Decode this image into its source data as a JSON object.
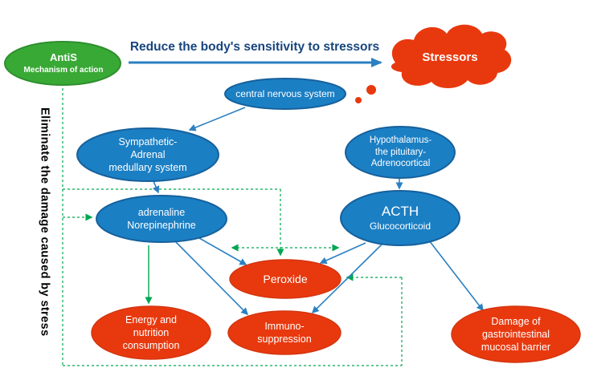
{
  "header": {
    "arrow_caption": "Reduce the body's sensitivity to stressors"
  },
  "side_caption": "Eliminate the damage caused by stress",
  "antis": {
    "line1": "AntiS",
    "line2": "Mechanism of action"
  },
  "stressors": {
    "label": "Stressors"
  },
  "nodes": {
    "cns": {
      "label": "central nervous system"
    },
    "sympathetic": {
      "label": "Sympathetic-\nAdrenal\nmedullary system"
    },
    "hpa": {
      "label": "Hypothalamus-\nthe pituitary-\nAdrenocortical"
    },
    "adrenaline": {
      "label": "adrenaline\nNorepinephrine"
    },
    "acth": {
      "line1": "ACTH",
      "line2": "Glucocorticoid"
    },
    "peroxide": {
      "label": "Peroxide"
    },
    "energy": {
      "label": "Energy and\nnutrition\nconsumption"
    },
    "immuno": {
      "label": "Immuno-\nsuppression"
    },
    "damage": {
      "label": "Damage of\ngastrointestinal\nmucosal barrier"
    }
  },
  "colors": {
    "blue_node": "#1b7fc4",
    "blue_node_border": "#16619c",
    "red_node": "#e8390e",
    "green_node": "#38a935",
    "arrow_blue": "#2b80c2",
    "dashed_green": "#00a651",
    "caption_text": "#17457e"
  }
}
